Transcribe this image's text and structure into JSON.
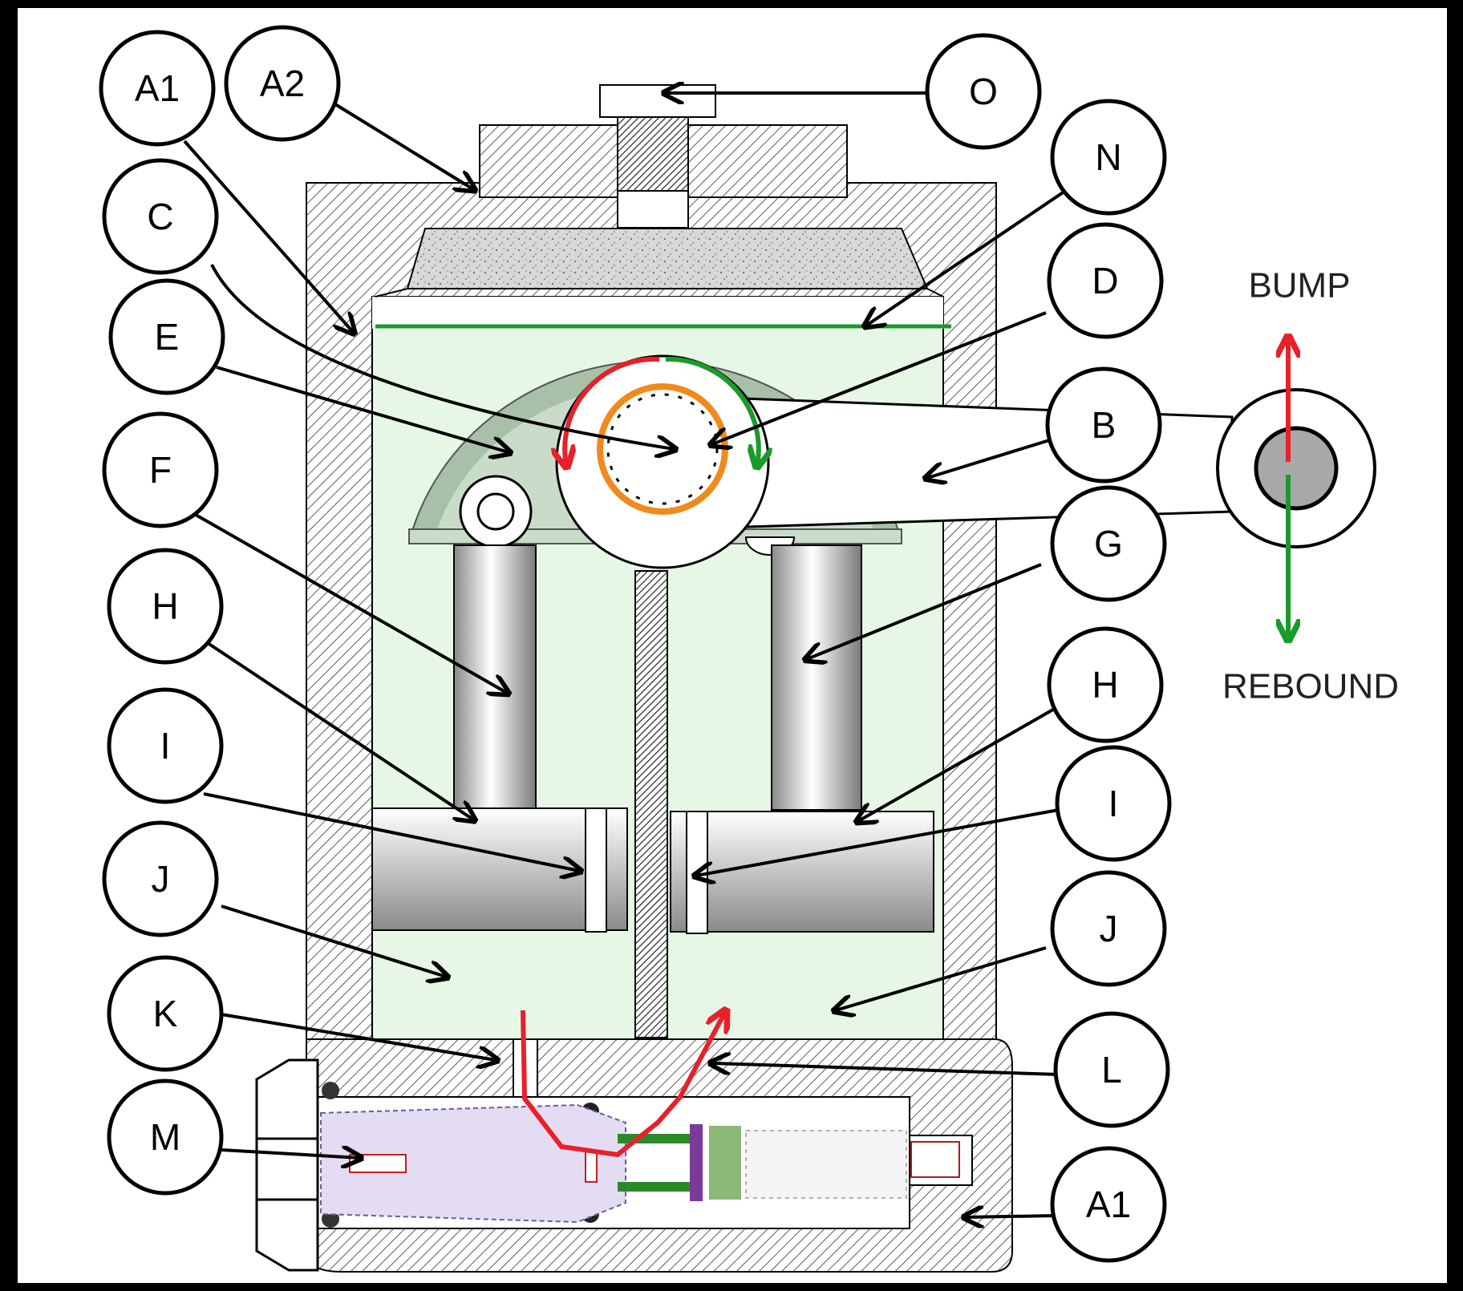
{
  "callouts": {
    "A1_top": "A1",
    "A2": "A2",
    "O": "O",
    "N": "N",
    "C": "C",
    "D": "D",
    "E": "E",
    "B": "B",
    "F": "F",
    "G": "G",
    "H_left": "H",
    "H_right": "H",
    "I_left": "I",
    "I_right": "I",
    "J_left": "J",
    "J_right": "J",
    "K": "K",
    "L": "L",
    "M": "M",
    "A1_bottom": "A1"
  },
  "directions": {
    "bump": "BUMP",
    "rebound": "REBOUND"
  },
  "colors": {
    "bump_arrow": "#e8202a",
    "rebound_arrow": "#1a9a2a",
    "fluid": "#e6f7e6",
    "seal_ring": "#f08a1c",
    "housing_hatch": "#000000"
  }
}
